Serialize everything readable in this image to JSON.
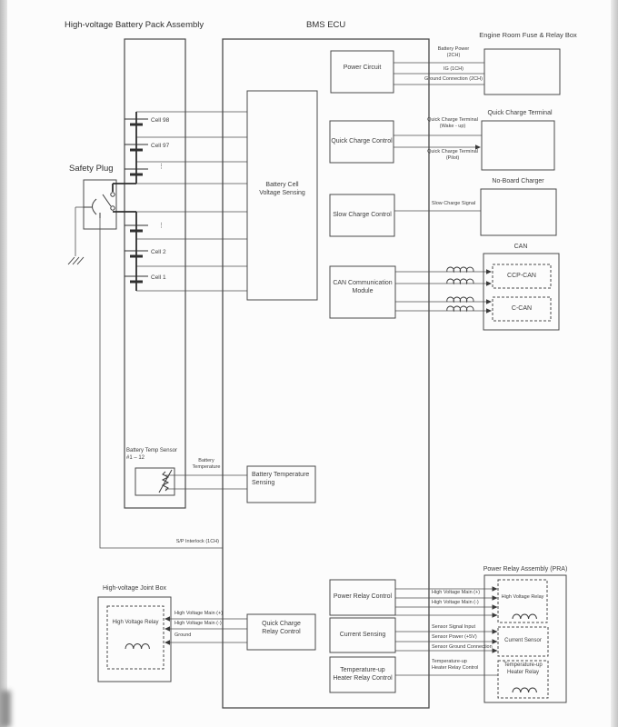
{
  "titles": {
    "pack": "High-voltage Battery Pack Assembly",
    "bms": "BMS ECU",
    "safety_plug": "Safety Plug",
    "engine_room": "Engine Room Fuse & Relay Box",
    "quick_charge_terminal": "Quick Charge Terminal",
    "no_board_charger": "No-Board Charger",
    "can": "CAN",
    "power_relay_assembly": "Power Relay Assembly (PRA)",
    "joint_box": "High-voltage Joint Box"
  },
  "pack": {
    "cells": [
      "Cell 98",
      "Cell 97",
      "⋮",
      "⋮",
      "Cell 2",
      "Cell 1"
    ],
    "temp_sensor_label": "Battery Temp Sensor\n#1 – 12"
  },
  "bms": {
    "power_circuit": "Power Circuit",
    "quick_charge_control": "Quick Charge Control",
    "slow_charge_control": "Slow Charge Control",
    "can_module": "CAN Communication\nModule",
    "cell_voltage_sensing": "Battery Cell\nVoltage Sensing",
    "temp_sensing": "Battery Temperature\nSensing",
    "quick_charge_relay_control": "Quick Charge\nRelay Control",
    "power_relay_control": "Power Relay Control",
    "current_sensing": "Current Sensing",
    "temp_up_heater_relay_control": "Temperature-up\nHeater Relay Control"
  },
  "external": {
    "ccp_can": "CCP-CAN",
    "c_can": "C-CAN",
    "hv_relay": "High Voltage Relay",
    "current_sensor": "Current Sensor",
    "temp_up_relay": "Temperature-up\nHeater Relay"
  },
  "signals": {
    "battery_power": "Battery Power\n(2CH)",
    "ig": "IG (1CH)",
    "ground_connection": "Ground Connection (2CH)",
    "qc_wakeup": "Quick Charge Terminal\n(Wake - up)",
    "qc_pilot": "Quick Charge Terminal\n(Pilot)",
    "slow_charge": "Slow Charge Signal",
    "battery_temperature": "Battery\nTemperature",
    "sp_interlock": "S/P Interlock (1CH)",
    "hv_main_plus": "High Voltage Main (+)",
    "hv_main_minus": "High Voltage Main (-)",
    "ground": "Ground",
    "sensor_signal_input": "Sensor Signal Input",
    "sensor_power": "Sensor Power (+5V)",
    "sensor_ground": "Sensor Ground Connection",
    "temp_up_heater_ctrl": "Temperature-up\nHeater Relay Control"
  }
}
